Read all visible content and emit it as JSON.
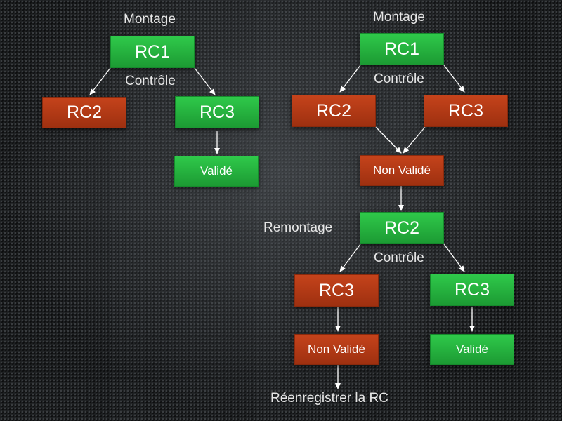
{
  "left": {
    "montage_label": "Montage",
    "rc1": "RC1",
    "controle_label": "Contrôle",
    "rc2": "RC2",
    "rc3": "RC3",
    "valide": "Validé"
  },
  "right": {
    "montage_label": "Montage",
    "rc1": "RC1",
    "controle_label": "Contrôle",
    "rc2": "RC2",
    "rc3": "RC3",
    "non_valide": "Non Validé",
    "remontage_label": "Remontage",
    "rc2_remontage": "RC2",
    "controle2_label": "Contrôle",
    "rc3_red": "RC3",
    "rc3_green": "RC3",
    "non_valide_2": "Non Validé",
    "valide": "Validé",
    "reenregistrer_label": "Réenregistrer  la RC"
  },
  "colors": {
    "valid_box": "#2bbf45",
    "invalid_box": "#b63a15",
    "arrow": "#ffffff",
    "background": "#1e2022"
  }
}
